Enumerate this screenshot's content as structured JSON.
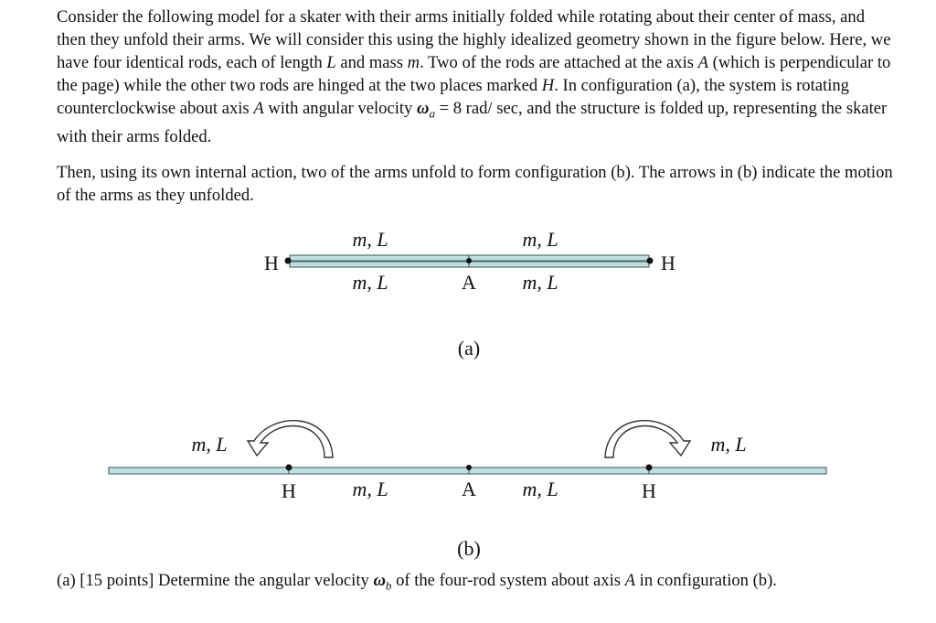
{
  "problem": {
    "paragraph1": [
      {
        "t": "Consider the following model for a skater with their arms initially folded while rotating about their center of mass, and then they unfold their arms. We will consider this using the highly idealized geometry shown in the figure below. Here, we have four identical rods, each of length "
      },
      {
        "t": "L",
        "i": true
      },
      {
        "t": " and mass "
      },
      {
        "t": "m",
        "i": true
      },
      {
        "t": ". Two of the rods are attached at the axis "
      },
      {
        "t": "A",
        "i": true
      },
      {
        "t": " (which is perpendicular to the page) while the other two rods are hinged at the two places marked "
      },
      {
        "t": "H",
        "i": true
      },
      {
        "t": ". In configuration (a), the system is rotating counterclockwise about axis "
      },
      {
        "t": "A",
        "i": true
      },
      {
        "t": " with angular velocity "
      },
      {
        "t": "ω",
        "i": true,
        "b": true
      },
      {
        "t": "a",
        "i": true,
        "sub": true
      },
      {
        "t": " = 8 rad/ sec, and the structure is folded up, representing the skater with their arms folded."
      }
    ],
    "paragraph2": [
      {
        "t": "Then, using its own internal action, two of the arms unfold to form configuration (b). The arrows in (b) indicate the motion of the arms as they unfolded."
      }
    ],
    "question": [
      {
        "t": "(a) [15 points] Determine the angular velocity "
      },
      {
        "t": "ω",
        "i": true,
        "b": true
      },
      {
        "t": "b",
        "i": true,
        "sub": true
      },
      {
        "t": " of the four-rod system about axis "
      },
      {
        "t": "A",
        "i": true
      },
      {
        "t": " in configuration (b)."
      }
    ]
  },
  "figure_a": {
    "rod_label": "m, L",
    "hinge_label": "H",
    "axis_label": "A",
    "caption": "(a)"
  },
  "figure_b": {
    "rod_label": "m, L",
    "hinge_label": "H",
    "axis_label": "A",
    "caption": "(b)"
  },
  "colors": {
    "rod_fill": "#bfe0e2",
    "rod_stroke": "#5a6b70"
  }
}
